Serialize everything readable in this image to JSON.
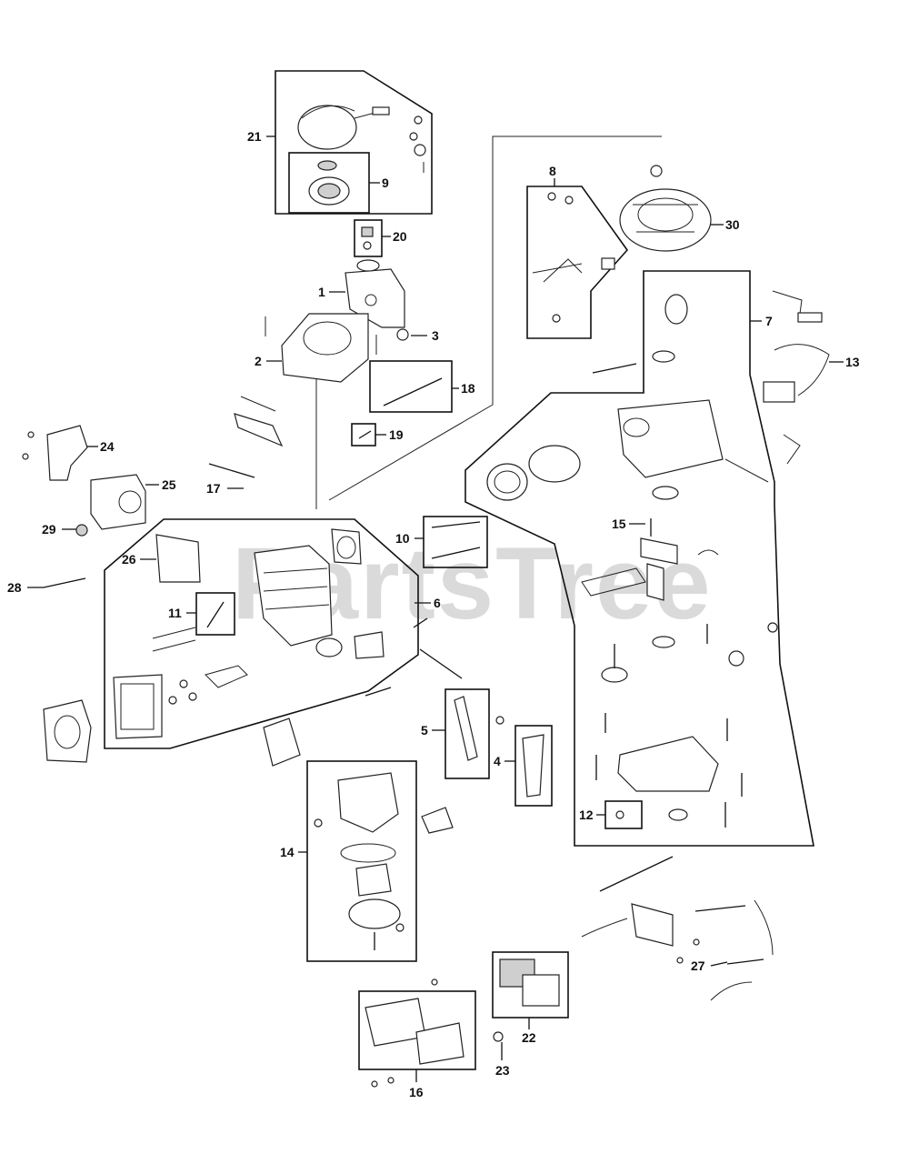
{
  "watermark": "PartsTree",
  "callouts": {
    "c1": "1",
    "c2": "2",
    "c3": "3",
    "c4": "4",
    "c5": "5",
    "c6": "6",
    "c7": "7",
    "c8": "8",
    "c9": "9",
    "c10": "10",
    "c11": "11",
    "c12": "12",
    "c13": "13",
    "c14": "14",
    "c15": "15",
    "c16": "16",
    "c17": "17",
    "c18": "18",
    "c19": "19",
    "c20": "20",
    "c21": "21",
    "c22": "22",
    "c23": "23",
    "c24": "24",
    "c25": "25",
    "c26": "26",
    "c27": "27",
    "c28": "28",
    "c29": "29",
    "c30": "30"
  },
  "colors": {
    "line": "#111111",
    "watermark": "#d2d2d2",
    "background": "#ffffff"
  }
}
